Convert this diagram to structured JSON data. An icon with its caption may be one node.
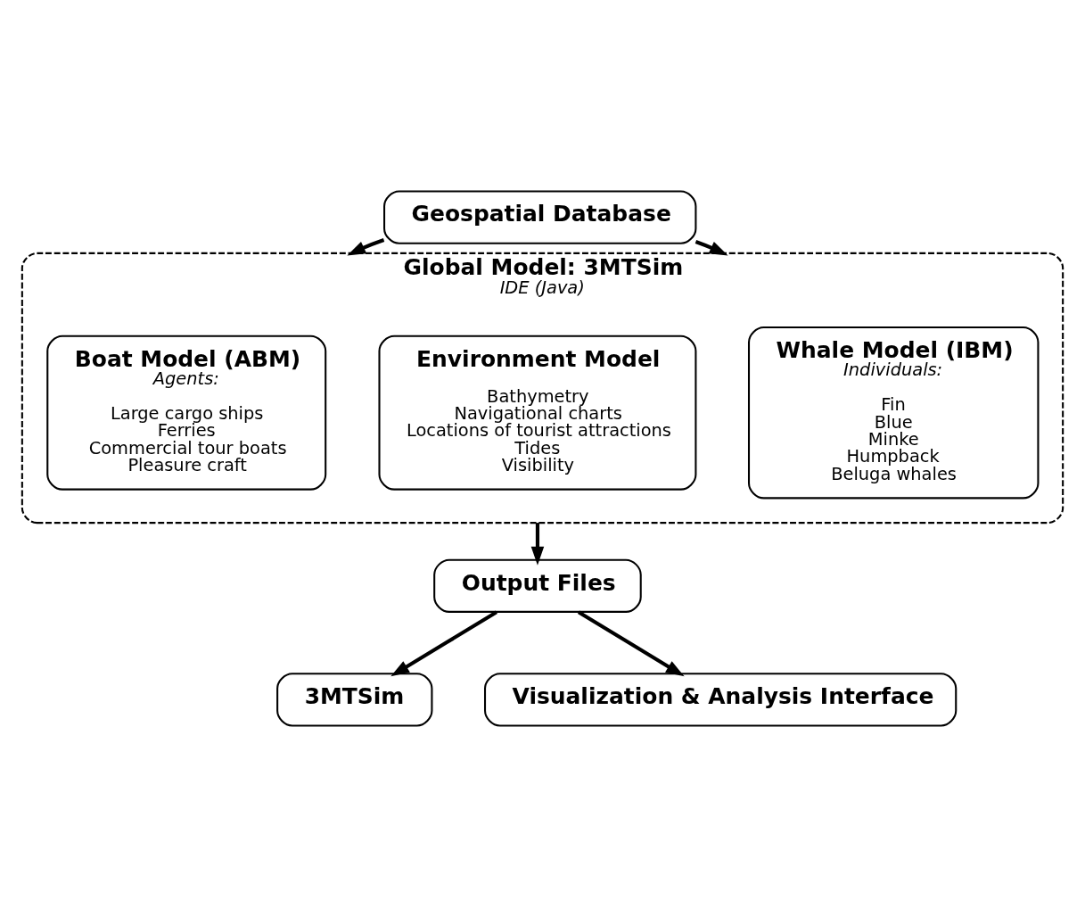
{
  "diagram": {
    "nodes": [
      {
        "text": [
          "Geospatial Database"
        ]
      },
      {
        "text": [
          "Global Model: 3MTSim"
        ],
        "beside": [
          "IDE (Java)"
        ]
      },
      {
        "text": [
          "Whale Model (IBM)",
          "Individuals:",
          "Fin",
          "Blue",
          "Minke",
          "Humpback",
          "Beluga whales"
        ],
        "in": 1
      },
      {
        "text": [
          "Environment Model",
          "Bathymetry",
          "Navigational charts",
          "Locations of tourist attractions",
          "Tides",
          "Visibility"
        ],
        "in": 1
      },
      {
        "text": [
          "Boat Model (ABM)",
          "Agents:",
          "Large cargo ships",
          "Ferries",
          "Commercial tour boats",
          "Pleasure craft"
        ],
        "in": 1
      },
      {
        "text": [
          "Output Files"
        ]
      },
      {
        "text": [
          "3MTSim"
        ]
      },
      {
        "text": [
          "Visualization & Analysis Interface"
        ]
      }
    ],
    "edges": [
      {
        "from": 0,
        "to": 1,
        "arrow": "to"
      },
      {
        "from": 0,
        "to": 1,
        "arrow": "to"
      },
      {
        "from": 1,
        "to": 5,
        "arrow": "to"
      },
      {
        "from": 5,
        "to": 6,
        "arrow": "to"
      },
      {
        "from": 5,
        "to": 7,
        "arrow": "to"
      }
    ]
  }
}
